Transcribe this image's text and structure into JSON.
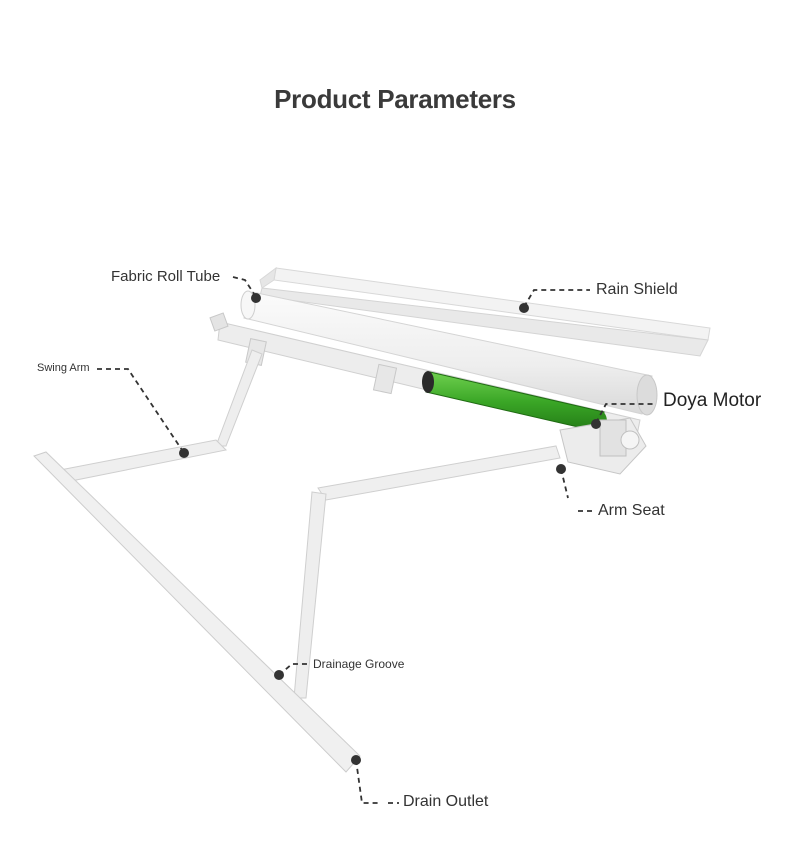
{
  "title": "Product Parameters",
  "labels": {
    "fabric_roll_tube": "Fabric Roll Tube",
    "rain_shield": "Rain Shield",
    "swing_arm": "Swing Arm",
    "doya_motor": "Doya Motor",
    "arm_seat": "Arm Seat",
    "drainage_groove": "Drainage Groove",
    "drain_outlet": "Drain Outlet"
  },
  "colors": {
    "motor_green": "#3aa626",
    "frame_white": "#f1f1f1",
    "leader_line": "#333333"
  }
}
